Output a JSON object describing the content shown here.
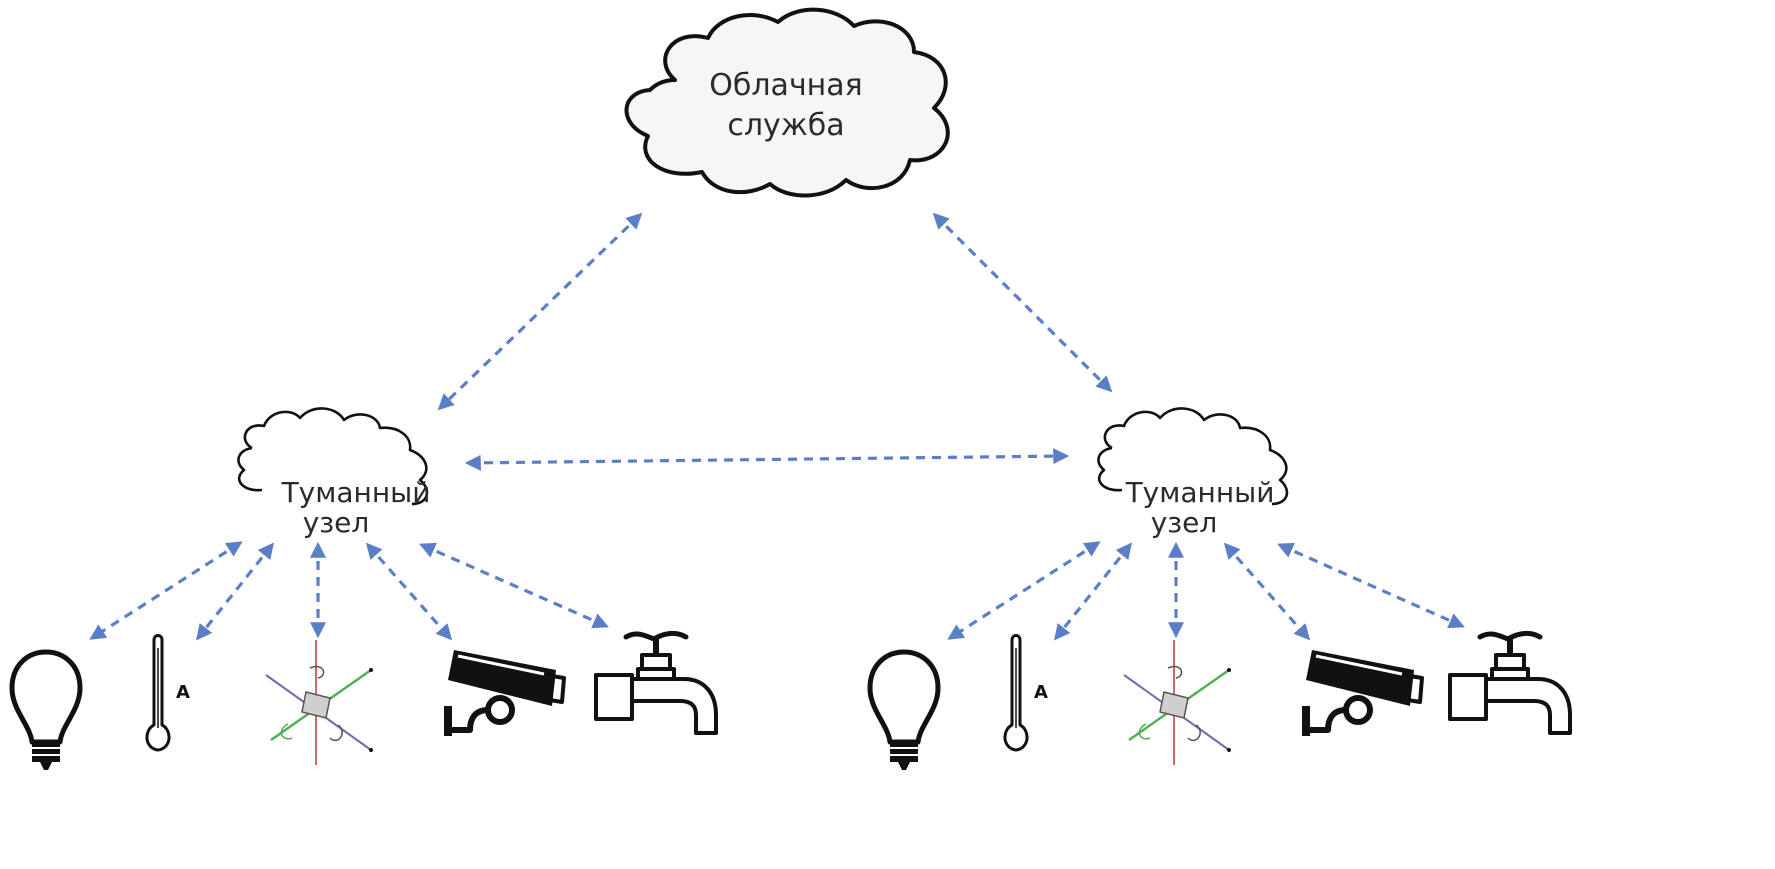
{
  "cloud": {
    "label_line1": "Облачная",
    "label_line2": "служба"
  },
  "fog_nodes": [
    {
      "label_line1": "Туманный",
      "label_line2": "узел"
    },
    {
      "label_line1": "Туманный",
      "label_line2": "узел"
    }
  ],
  "devices": [
    "lightbulb-icon",
    "thermometer-icon",
    "motion-sensor-icon",
    "security-camera-icon",
    "water-tap-icon"
  ],
  "colors": {
    "link": "#5b7fc7",
    "outline": "#111111",
    "background": "#ffffff"
  }
}
